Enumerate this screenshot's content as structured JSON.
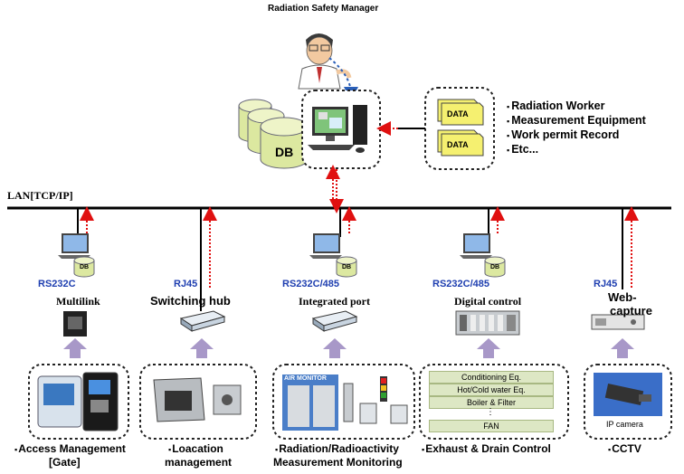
{
  "manager_title": "Radiation Safety Manager",
  "db_label": "DB",
  "data_labels": [
    "DATA",
    "DATA"
  ],
  "info_list": [
    "Radiation Worker",
    "Measurement Equipment",
    "Work permit Record",
    "Etc..."
  ],
  "lan_label": "LAN[TCP/IP]",
  "mini_db": "DB",
  "ports": {
    "access": "RS232C",
    "location": "RJ45",
    "radiation": "RS232C/485",
    "exhaust": "RS232C/485",
    "cctv": "RJ45"
  },
  "devices": {
    "access": "Multilink",
    "location": "Switching hub",
    "radiation": "Integrated port",
    "exhaust": "Digital control",
    "cctv_line1": "Web-",
    "cctv_line2": "capture"
  },
  "panel_texts": {
    "air_monitor": "AIR MONITOR",
    "ip_camera": "IP camera"
  },
  "equipment": [
    "Conditioning Eq.",
    "Hot/Cold water Eq.",
    "Boiler & Filter",
    "⋮",
    "FAN"
  ],
  "captions": {
    "access_1": "Access Management",
    "access_2": "[Gate]",
    "location_1": "Loacation",
    "location_2": "management",
    "radiation_1": "Radiation/Radioactivity",
    "radiation_2": "Measurement Monitoring",
    "exhaust": "Exhaust & Drain Control",
    "cctv": "CCTV"
  },
  "colors": {
    "red_arrow": "#e01010",
    "blue_arrow": "#2a5fb8",
    "purple_arrow": "#a898c8",
    "db_fill": "#dce8a0",
    "data_fill": "#f5f070",
    "port_text": "#1f3fb0",
    "equipment_fill": "#dde7c4"
  }
}
